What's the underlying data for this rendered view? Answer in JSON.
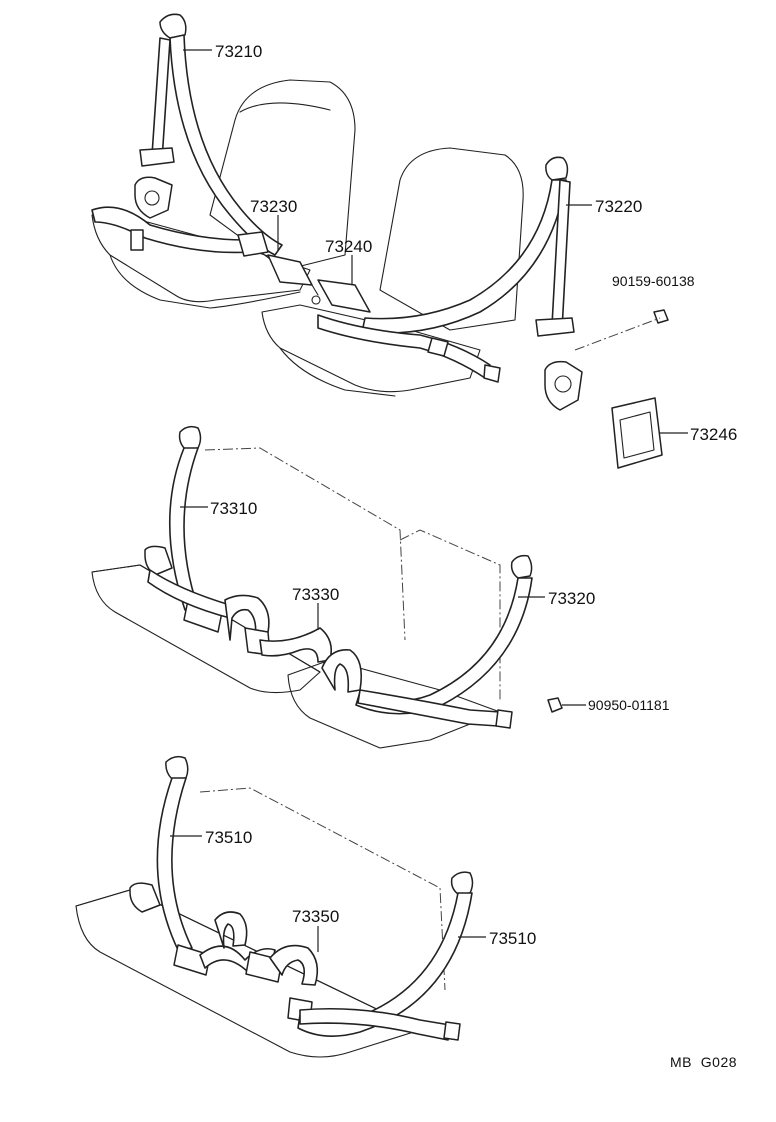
{
  "labels": {
    "p73210": "73210",
    "p73230": "73230",
    "p73240": "73240",
    "p73220": "73220",
    "p90159": "90159-60138",
    "p73246": "73246",
    "p73310": "73310",
    "p73330": "73330",
    "p73320": "73320",
    "p90950": "90950-01181",
    "p73510a": "73510",
    "p73350": "73350",
    "p73510b": "73510"
  },
  "figure_code": "MB  G028"
}
